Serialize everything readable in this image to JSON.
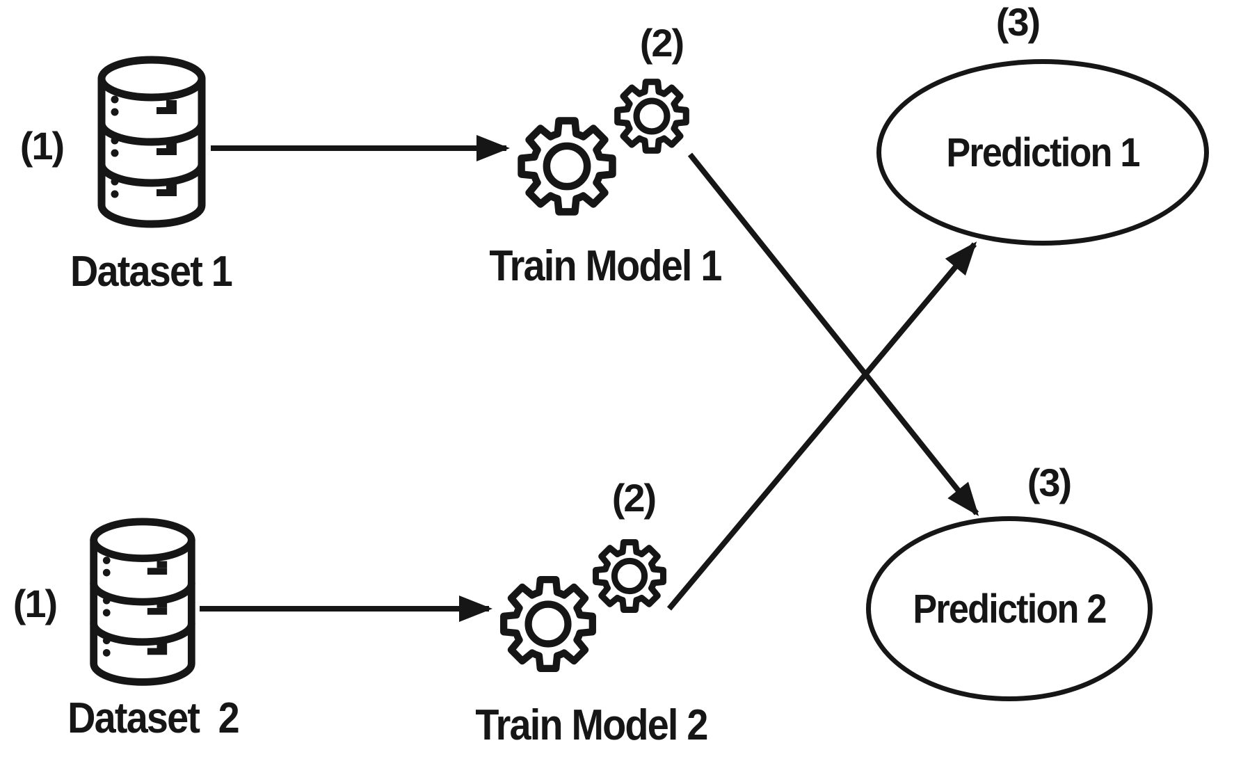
{
  "figure": {
    "background_color": "#ffffff",
    "ink_color": "#161616",
    "nodes": {
      "dataset1": {
        "step_label": "(1)",
        "caption": "Dataset 1",
        "icon": "database-icon"
      },
      "train1": {
        "step_label": "(2)",
        "caption": "Train Model 1",
        "icon": "gears-icon"
      },
      "prediction1": {
        "step_label": "(3)",
        "caption": "Prediction 1",
        "shape": "ellipse"
      },
      "dataset2": {
        "step_label": "(1)",
        "caption": "Dataset  2",
        "icon": "database-icon"
      },
      "train2": {
        "step_label": "(2)",
        "caption": "Train Model 2",
        "icon": "gears-icon"
      },
      "prediction2": {
        "step_label": "(3)",
        "caption": "Prediction 2",
        "shape": "ellipse"
      }
    },
    "edges": [
      {
        "from": "dataset1",
        "to": "train1",
        "style": "arrow"
      },
      {
        "from": "dataset2",
        "to": "train2",
        "style": "arrow"
      },
      {
        "from": "train1",
        "to": "prediction2",
        "style": "arrow"
      },
      {
        "from": "train2",
        "to": "prediction1",
        "style": "arrow"
      }
    ]
  }
}
